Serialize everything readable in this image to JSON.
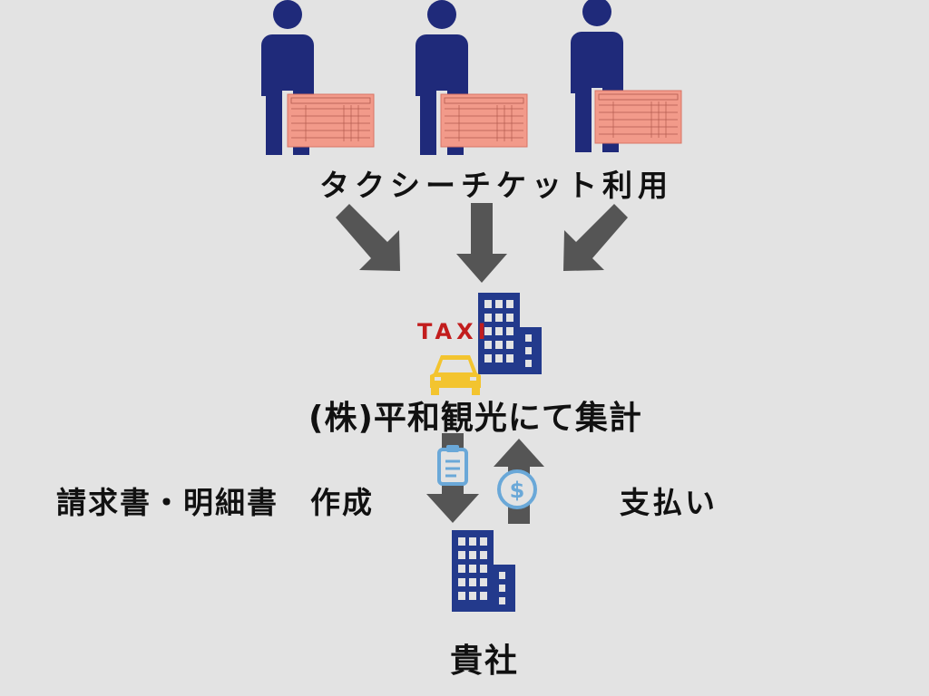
{
  "labels": {
    "usage": "タクシーチケット利用",
    "aggregate": "(株)平和観光にて集計",
    "invoice": "請求書・明細書　作成",
    "payment": "支払い",
    "client": "貴社"
  },
  "taxi_sign": "TAXI",
  "colors": {
    "background": "#e3e3e3",
    "person": "#1f2a7a",
    "building": "#233a8c",
    "ticket": "#f29a8a",
    "arrow": "#555555",
    "taxi_car": "#f3c42f",
    "taxi_text": "#c21d1d",
    "icon_blue": "#6aa8d8"
  },
  "icons": [
    "person-icon",
    "taxi-ticket-icon",
    "office-building-icon",
    "taxi-car-icon",
    "clipboard-icon",
    "dollar-coin-icon"
  ]
}
